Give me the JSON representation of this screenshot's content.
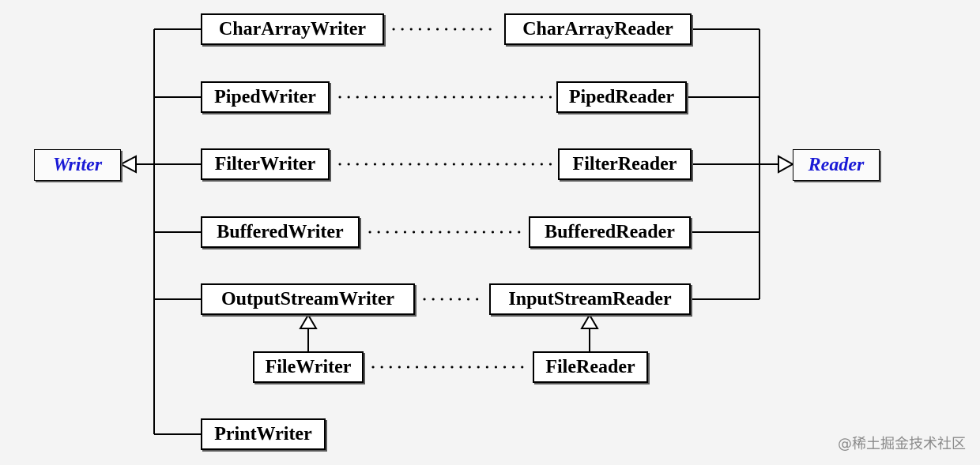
{
  "nodes": {
    "writer": "Writer",
    "reader": "Reader",
    "char_array_writer": "CharArrayWriter",
    "char_array_reader": "CharArrayReader",
    "piped_writer": "PipedWriter",
    "piped_reader": "PipedReader",
    "filter_writer": "FilterWriter",
    "filter_reader": "FilterReader",
    "buffered_writer": "BufferedWriter",
    "buffered_reader": "BufferedReader",
    "output_stream_writer": "OutputStreamWriter",
    "input_stream_reader": "InputStreamReader",
    "file_writer": "FileWriter",
    "file_reader": "FileReader",
    "print_writer": "PrintWriter"
  },
  "watermark": "@稀土掘金技术社区",
  "colors": {
    "abstract_text": "#1a1ad6",
    "line": "#000000",
    "background": "#f4f4f4"
  }
}
